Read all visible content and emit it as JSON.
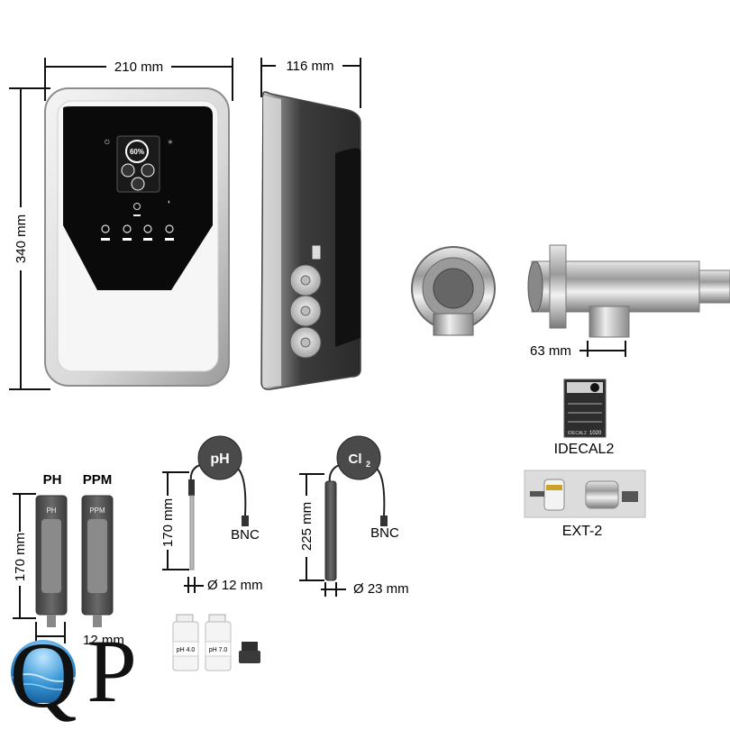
{
  "dimensions": {
    "front_width": "210 mm",
    "side_depth": "116 mm",
    "height": "340 mm",
    "cell_length": "63 mm",
    "probe_holder_height": "170 mm",
    "probe_holder_width": "12 mm",
    "ph_probe_length": "170 mm",
    "ph_probe_diameter": "Ø 12 mm",
    "cl_probe_length": "225 mm",
    "cl_probe_diameter": "Ø 23 mm"
  },
  "display": {
    "percent": "60%"
  },
  "probe_holders": {
    "ph_title": "PH",
    "ppm_title": "PPM",
    "ph_tag": "PH",
    "ppm_tag": "PPM"
  },
  "probes": {
    "ph_badge": "pH",
    "cl_badge_main": "Cl",
    "cl_badge_sub": "2",
    "ph_connector": "BNC",
    "cl_connector": "BNC"
  },
  "accessories": {
    "idecal_label": "IDECAL2",
    "ext_label": "EXT-2",
    "buffer_1": "pH 4.0",
    "buffer_2": "pH 7.0",
    "idecal_screen_text": "IDECAL2",
    "idecal_value": "1020"
  },
  "logo": {
    "text_q": "Q",
    "text_p": "P"
  },
  "colors": {
    "device_black": "#0a0a0a",
    "device_silver": "#d9d9d9",
    "probe_gray": "#555555",
    "water_blue": "#2b87c9"
  }
}
